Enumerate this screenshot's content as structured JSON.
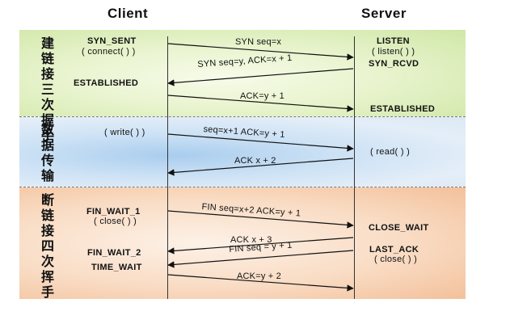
{
  "headers": {
    "client": "Client",
    "server": "Server"
  },
  "phases": [
    {
      "label": "建链接三次握手"
    },
    {
      "label": "数据传输"
    },
    {
      "label": "断链接四次挥手"
    }
  ],
  "client_states": {
    "syn_sent": "SYN_SENT",
    "connect_call": "( connect( ) )",
    "established": "ESTABLISHED",
    "write_call": "( write( ) )",
    "fin_wait_1": "FIN_WAIT_1",
    "close_call": "( close( ) )",
    "fin_wait_2": "FIN_WAIT_2",
    "time_wait": "TIME_WAIT"
  },
  "server_states": {
    "listen": "LISTEN",
    "listen_call": "( listen( ) )",
    "syn_rcvd": "SYN_RCVD",
    "established": "ESTABLISHED",
    "read_call": "( read( ) )",
    "close_wait": "CLOSE_WAIT",
    "last_ack": "LAST_ACK",
    "close_call": "( close( ) )"
  },
  "messages": [
    {
      "label": "SYN seq=x",
      "direction": "client-to-server"
    },
    {
      "label": "SYN seq=y, ACK=x + 1",
      "direction": "server-to-client"
    },
    {
      "label": "ACK=y + 1",
      "direction": "client-to-server"
    },
    {
      "label": "seq=x+1 ACK=y + 1",
      "direction": "client-to-server"
    },
    {
      "label": "ACK x + 2",
      "direction": "server-to-client"
    },
    {
      "label": "FIN seq=x+2 ACK=y + 1",
      "direction": "client-to-server"
    },
    {
      "label": "ACK x + 3",
      "direction": "server-to-client"
    },
    {
      "label": "FIN seq = y + 1",
      "direction": "server-to-client"
    },
    {
      "label": "ACK=y + 2",
      "direction": "client-to-server"
    }
  ]
}
